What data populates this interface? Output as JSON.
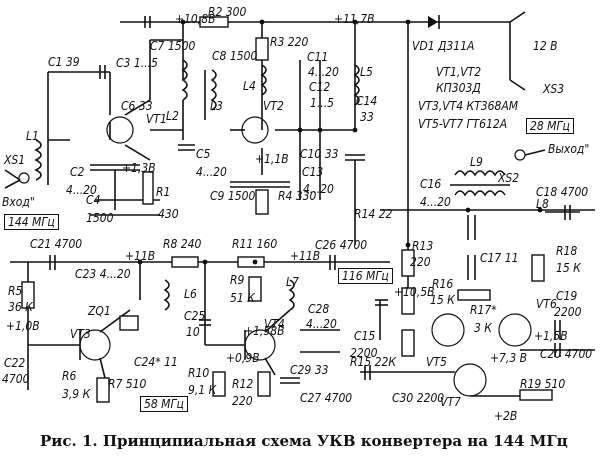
{
  "labels": [
    {
      "id": "xs1",
      "text": "XS1"
    },
    {
      "id": "vkhod",
      "text": "Вход\""
    },
    {
      "id": "f144",
      "text": "144 МГц"
    },
    {
      "id": "l1",
      "text": "L1"
    },
    {
      "id": "c1",
      "text": "C1 39"
    },
    {
      "id": "c7",
      "text": "C7 1500"
    },
    {
      "id": "c3",
      "text": "C3 1...5"
    },
    {
      "id": "c6",
      "text": "C6 33"
    },
    {
      "id": "vt1",
      "text": "VT1"
    },
    {
      "id": "l2",
      "text": "L2"
    },
    {
      "id": "c2",
      "text": "C2"
    },
    {
      "id": "c2v",
      "text": "4...20"
    },
    {
      "id": "v13",
      "text": "+1,3В"
    },
    {
      "id": "c4",
      "text": "C4"
    },
    {
      "id": "c4v",
      "text": "1500"
    },
    {
      "id": "r1",
      "text": "R1"
    },
    {
      "id": "r1v",
      "text": "430"
    },
    {
      "id": "v108",
      "text": "+10,8В"
    },
    {
      "id": "r2",
      "text": "R2 300"
    },
    {
      "id": "c8",
      "text": "C8 1500"
    },
    {
      "id": "r3",
      "text": "R3 220"
    },
    {
      "id": "l3",
      "text": "L3"
    },
    {
      "id": "l4",
      "text": "L4"
    },
    {
      "id": "vt2",
      "text": "VT2"
    },
    {
      "id": "c5",
      "text": "C5"
    },
    {
      "id": "c5v",
      "text": "4...20"
    },
    {
      "id": "v11",
      "text": "+1,1В"
    },
    {
      "id": "c9",
      "text": "C9 1500"
    },
    {
      "id": "c11",
      "text": "C11"
    },
    {
      "id": "c11v",
      "text": "4...20"
    },
    {
      "id": "c12",
      "text": "C12"
    },
    {
      "id": "c12v",
      "text": "1...5"
    },
    {
      "id": "l5",
      "text": "L5"
    },
    {
      "id": "c14",
      "text": "C14"
    },
    {
      "id": "c14v",
      "text": "33"
    },
    {
      "id": "c10",
      "text": "C10 33"
    },
    {
      "id": "c13",
      "text": "C13"
    },
    {
      "id": "c13v",
      "text": "4...20"
    },
    {
      "id": "r4",
      "text": "R4 330"
    },
    {
      "id": "v117",
      "text": "+11,7В"
    },
    {
      "id": "vd1",
      "text": "VD1  Д311А"
    },
    {
      "id": "v12",
      "text": "12 В"
    },
    {
      "id": "xs3",
      "text": "XS3"
    },
    {
      "id": "vt12",
      "text": "VT1,VT2"
    },
    {
      "id": "kp",
      "text": "КП303Д"
    },
    {
      "id": "vt34",
      "text": "VT3,VT4  КТ368АМ"
    },
    {
      "id": "vt57",
      "text": "VT5-VT7  ГТ612А"
    },
    {
      "id": "f28",
      "text": "28 МГц"
    },
    {
      "id": "r14",
      "text": "R14 22"
    },
    {
      "id": "l9",
      "text": "L9"
    },
    {
      "id": "vykhod",
      "text": "Выход\""
    },
    {
      "id": "xs2",
      "text": "XS2"
    },
    {
      "id": "c16",
      "text": "C16"
    },
    {
      "id": "c16v",
      "text": "4...20"
    },
    {
      "id": "c18",
      "text": "C18 4700"
    },
    {
      "id": "l8",
      "text": "L8"
    },
    {
      "id": "c21",
      "text": "C21 4700"
    },
    {
      "id": "v11b",
      "text": "+11В"
    },
    {
      "id": "r8",
      "text": "R8 240"
    },
    {
      "id": "r11",
      "text": "R11 160"
    },
    {
      "id": "v11c",
      "text": "+11В"
    },
    {
      "id": "c26",
      "text": "C26 4700"
    },
    {
      "id": "f116",
      "text": "116 МГц"
    },
    {
      "id": "r5",
      "text": "R5"
    },
    {
      "id": "r5v",
      "text": "36 К"
    },
    {
      "id": "c23",
      "text": "C23 4...20"
    },
    {
      "id": "l6",
      "text": "L6"
    },
    {
      "id": "r9",
      "text": "R9"
    },
    {
      "id": "r9v",
      "text": "51 К"
    },
    {
      "id": "l7",
      "text": "L7"
    },
    {
      "id": "r13",
      "text": "R13"
    },
    {
      "id": "r13v",
      "text": "220"
    },
    {
      "id": "c17",
      "text": "C17 11"
    },
    {
      "id": "r18",
      "text": "R18"
    },
    {
      "id": "r18v",
      "text": "15 К"
    },
    {
      "id": "zq1",
      "text": "ZQ1"
    },
    {
      "id": "v10",
      "text": "+1,0В"
    },
    {
      "id": "vt3",
      "text": "VT3"
    },
    {
      "id": "c25",
      "text": "C25"
    },
    {
      "id": "c25v",
      "text": "10"
    },
    {
      "id": "v158",
      "text": "+1,58В"
    },
    {
      "id": "vt4",
      "text": "VT4"
    },
    {
      "id": "c28",
      "text": "C28"
    },
    {
      "id": "c28v",
      "text": "4...20"
    },
    {
      "id": "r16",
      "text": "R16"
    },
    {
      "id": "r16v",
      "text": "15 К"
    },
    {
      "id": "r17",
      "text": "R17*"
    },
    {
      "id": "r17v",
      "text": "3 К"
    },
    {
      "id": "vt6",
      "text": "VT6"
    },
    {
      "id": "c19",
      "text": "C19"
    },
    {
      "id": "c19v",
      "text": "2200"
    },
    {
      "id": "v105",
      "text": "+10,5В"
    },
    {
      "id": "c15",
      "text": "C15"
    },
    {
      "id": "c15v",
      "text": "2200"
    },
    {
      "id": "v15",
      "text": "+1,5В"
    },
    {
      "id": "c20",
      "text": "C20 4700"
    },
    {
      "id": "c22",
      "text": "C22"
    },
    {
      "id": "c22v",
      "text": "4700"
    },
    {
      "id": "r6",
      "text": "R6"
    },
    {
      "id": "r6v",
      "text": "3,9 К"
    },
    {
      "id": "c24",
      "text": "C24* 11"
    },
    {
      "id": "r7",
      "text": "R7 510"
    },
    {
      "id": "r10",
      "text": "R10"
    },
    {
      "id": "r10v",
      "text": "9,1 К"
    },
    {
      "id": "v09",
      "text": "+0,9В"
    },
    {
      "id": "r12",
      "text": "R12"
    },
    {
      "id": "r12v",
      "text": "220"
    },
    {
      "id": "c29",
      "text": "C29 33"
    },
    {
      "id": "r15",
      "text": "R15 22К"
    },
    {
      "id": "vt5",
      "text": "VT5"
    },
    {
      "id": "v73",
      "text": "+7,3 В"
    },
    {
      "id": "f58",
      "text": "58 МГц"
    },
    {
      "id": "c27",
      "text": "C27  4700"
    },
    {
      "id": "c30",
      "text": "C30 2200"
    },
    {
      "id": "vt7",
      "text": "VT7"
    },
    {
      "id": "r19",
      "text": "R19 510"
    },
    {
      "id": "v2",
      "text": "+2В"
    }
  ],
  "caption": "Рис. 1. Принципиальная схема УКВ конвертера на 144 МГц"
}
